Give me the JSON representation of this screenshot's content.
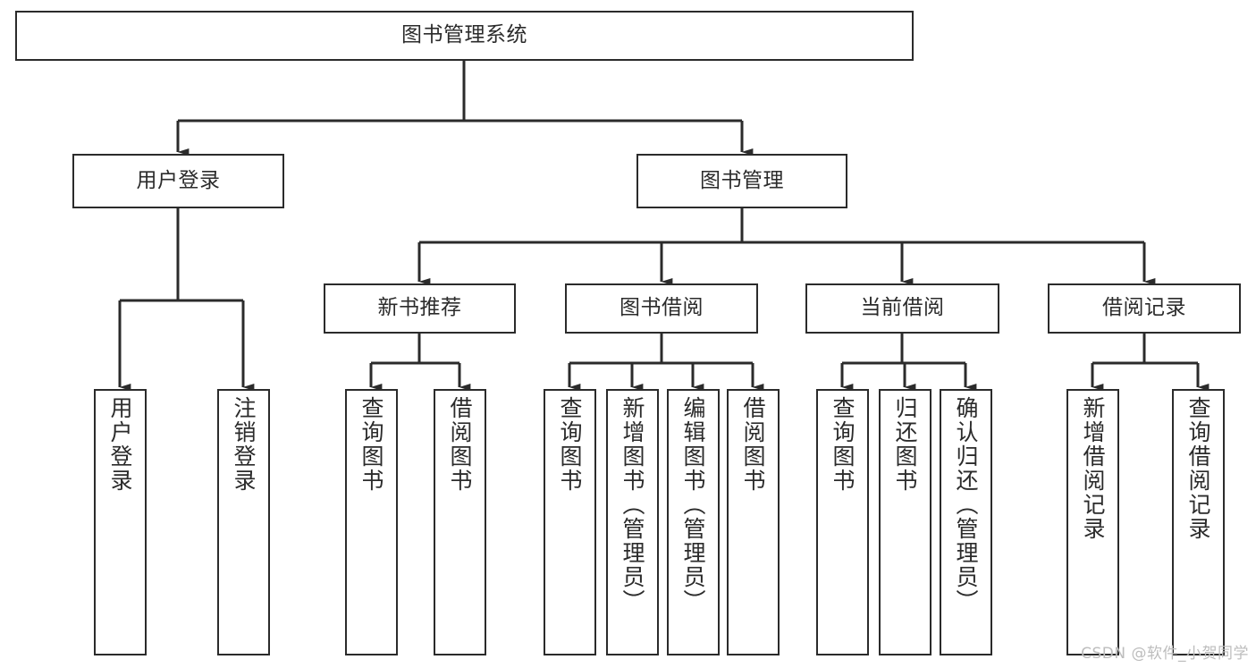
{
  "diagram": {
    "type": "tree-hierarchy-chart",
    "title": "图书管理系统",
    "watermark": "CSDN @软件_小贺同学",
    "colors": {
      "background": "#ffffff",
      "stroke": "#2b2b2b",
      "text": "#2b2b2b",
      "watermark": "#bdbdbd"
    },
    "nodes": {
      "root": {
        "label": "图书管理系统"
      },
      "level1": [
        {
          "id": "user-login",
          "label": "用户登录"
        },
        {
          "id": "book-management",
          "label": "图书管理"
        }
      ],
      "level2": [
        {
          "id": "new-book-recommend",
          "label": "新书推荐",
          "parent": "book-management"
        },
        {
          "id": "book-borrow",
          "label": "图书借阅",
          "parent": "book-management"
        },
        {
          "id": "current-borrow",
          "label": "当前借阅",
          "parent": "book-management"
        },
        {
          "id": "borrow-record",
          "label": "借阅记录",
          "parent": "book-management"
        }
      ],
      "leaves": [
        {
          "id": "leaf-user-login",
          "label": "用户登录",
          "parent": "user-login"
        },
        {
          "id": "leaf-logout-login",
          "label": "注销登录",
          "parent": "user-login"
        },
        {
          "id": "leaf-query-book-1",
          "label": "查询图书",
          "parent": "new-book-recommend"
        },
        {
          "id": "leaf-borrow-book-1",
          "label": "借阅图书",
          "parent": "new-book-recommend"
        },
        {
          "id": "leaf-query-book-2",
          "label": "查询图书",
          "parent": "book-borrow"
        },
        {
          "id": "leaf-add-book-admin",
          "label": "新增图书（管理员）",
          "parent": "book-borrow"
        },
        {
          "id": "leaf-edit-book-admin",
          "label": "编辑图书（管理员）",
          "parent": "book-borrow"
        },
        {
          "id": "leaf-borrow-book-2",
          "label": "借阅图书",
          "parent": "book-borrow"
        },
        {
          "id": "leaf-query-book-3",
          "label": "查询图书",
          "parent": "current-borrow"
        },
        {
          "id": "leaf-return-book",
          "label": "归还图书",
          "parent": "current-borrow"
        },
        {
          "id": "leaf-confirm-return-admin",
          "label": "确认归还（管理员）",
          "parent": "current-borrow"
        },
        {
          "id": "leaf-add-borrow-record",
          "label": "新增借阅记录",
          "parent": "borrow-record"
        },
        {
          "id": "leaf-query-borrow-record",
          "label": "查询借阅记录",
          "parent": "borrow-record"
        }
      ]
    }
  }
}
